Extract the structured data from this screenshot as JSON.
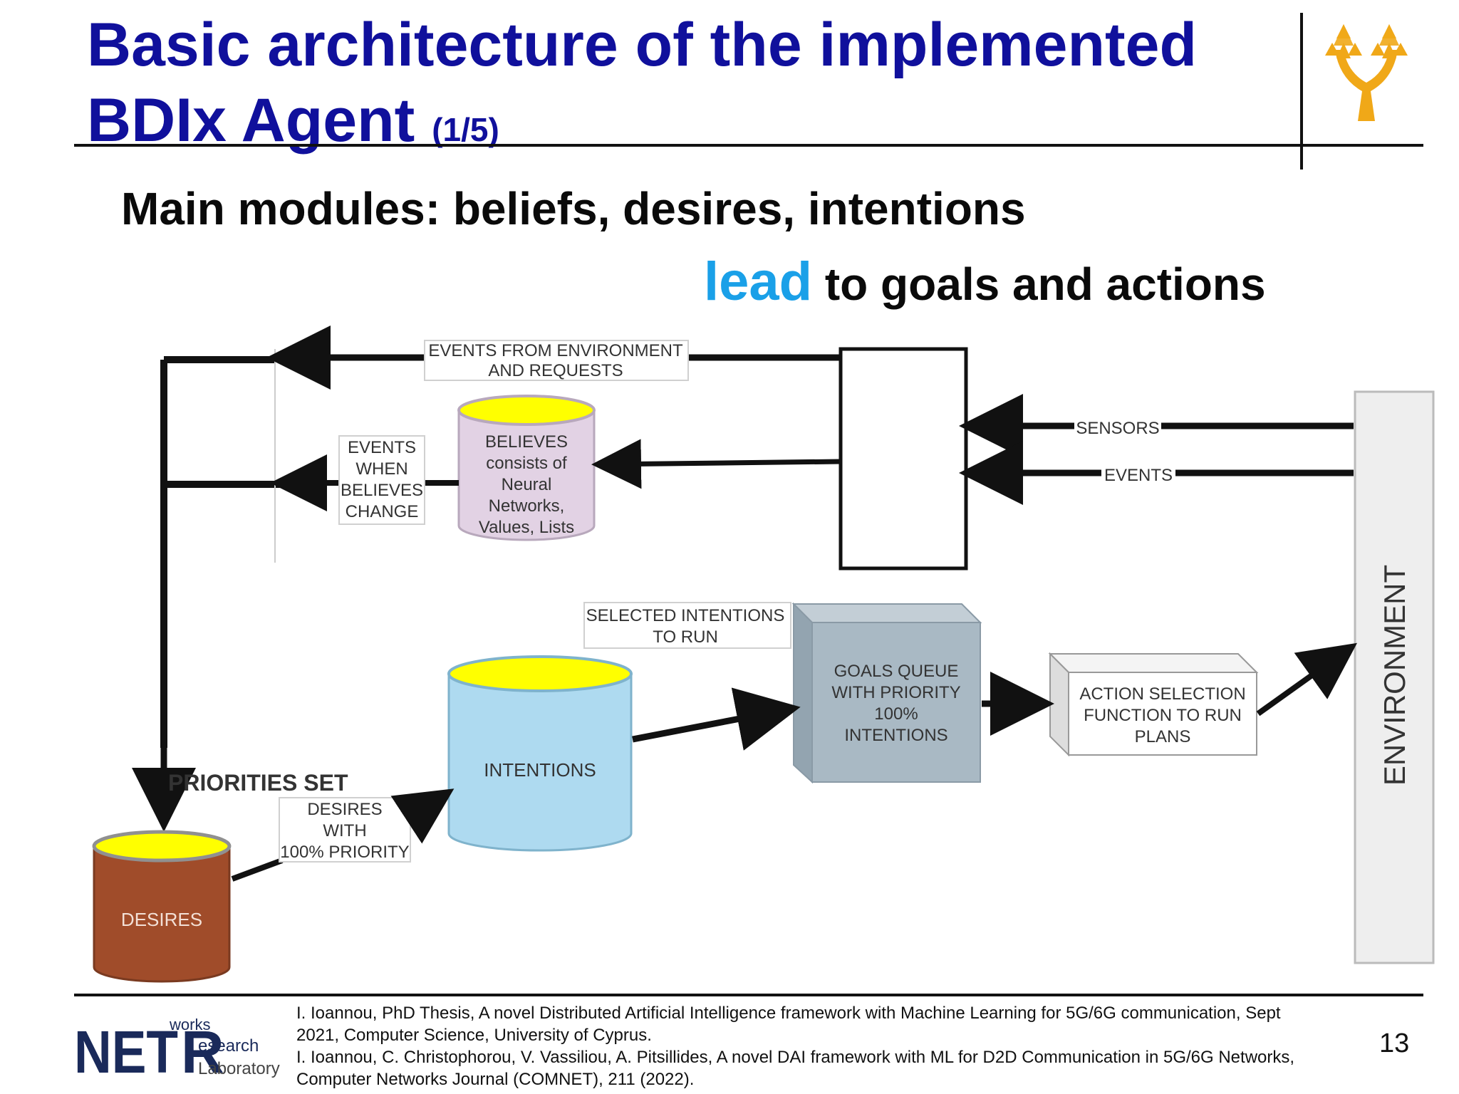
{
  "slide": {
    "title_main": "Basic architecture of the implemented",
    "title_line2": "BDIx Agent",
    "title_fraction": "(1/5)",
    "subtitle_line1": "Main modules: beliefs, desires, intentions",
    "subtitle_emph": "lead",
    "subtitle_line2_rest": " to goals and actions",
    "lead_color": "#1aa0e8",
    "title_color": "#10109c",
    "page_number": "13"
  },
  "diagram": {
    "events_env_line1": "EVENTS FROM ENVIRONMENT",
    "events_env_line2": "AND REQUESTS",
    "believes_lines": [
      "BELIEVES",
      "consists of",
      "Neural",
      "Networks,",
      "Values, Lists"
    ],
    "events_when_lines": [
      "EVENTS",
      "WHEN",
      "BELIEVES",
      "CHANGE"
    ],
    "sensors": "SENSORS",
    "events": "EVENTS",
    "environment": "ENVIRONMENT",
    "selected_line1": "SELECTED INTENTIONS",
    "selected_line2": "TO RUN",
    "goals_lines": [
      "GOALS QUEUE",
      "WITH PRIORITY",
      "100%",
      "INTENTIONS"
    ],
    "action_lines": [
      "ACTION SELECTION",
      "FUNCTION TO RUN",
      "PLANS"
    ],
    "intentions": "INTENTIONS",
    "priorities_set": "PRIORITIES SET",
    "desires_with_lines": [
      "DESIRES",
      "WITH",
      "100% PRIORITY"
    ],
    "desires": "DESIRES",
    "colors": {
      "cyl_top": "#ffff00",
      "believes": "#e2d2e4",
      "intentions": "#aedaf0",
      "desires": "#a04c2a",
      "goals": "#a9b9c4",
      "environment": "#eeeeee"
    }
  },
  "footer": {
    "logo_net": "NET",
    "logo_r": "R",
    "logo_works": "works",
    "logo_esearch": "esearch",
    "logo_laboratory": "Laboratory",
    "ref1_line1": "I. Ioannou, PhD Thesis, A novel Distributed Artificial Intelligence framework with Machine Learning for 5G/6G communication, Sept",
    "ref1_line2": "2021, Computer Science, University of Cyprus.",
    "ref2_line1": "I. Ioannou, C. Christophorou, V. Vassiliou, A. Pitsillides, A novel DAI framework with ML for D2D Communication in 5G/6G Networks,",
    "ref2_line2": "Computer Networks Journal (COMNET), 211 (2022)."
  }
}
